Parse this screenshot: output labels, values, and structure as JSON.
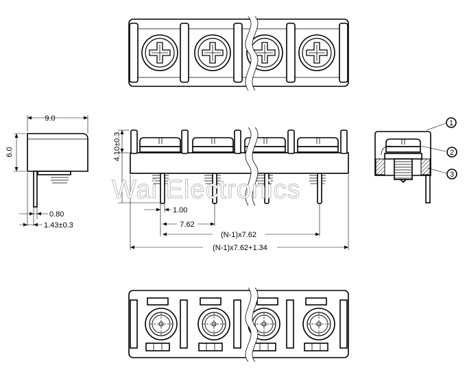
{
  "watermark": "Wai Electronics",
  "dimensions": {
    "width": "9.0",
    "height": "6.0",
    "screw_height": "4.10±0.3",
    "pin_width": "0.80",
    "pin_offset": "1.43±0.3",
    "pin_diameter": "1.00",
    "pitch": "7.62",
    "span": "(N-1)x7.62",
    "overall": "(N-1)x7.62+1.34"
  },
  "callouts": [
    "1",
    "2",
    "3"
  ],
  "views": [
    "top-view",
    "side-view",
    "front-view",
    "section-view",
    "bottom-view"
  ]
}
